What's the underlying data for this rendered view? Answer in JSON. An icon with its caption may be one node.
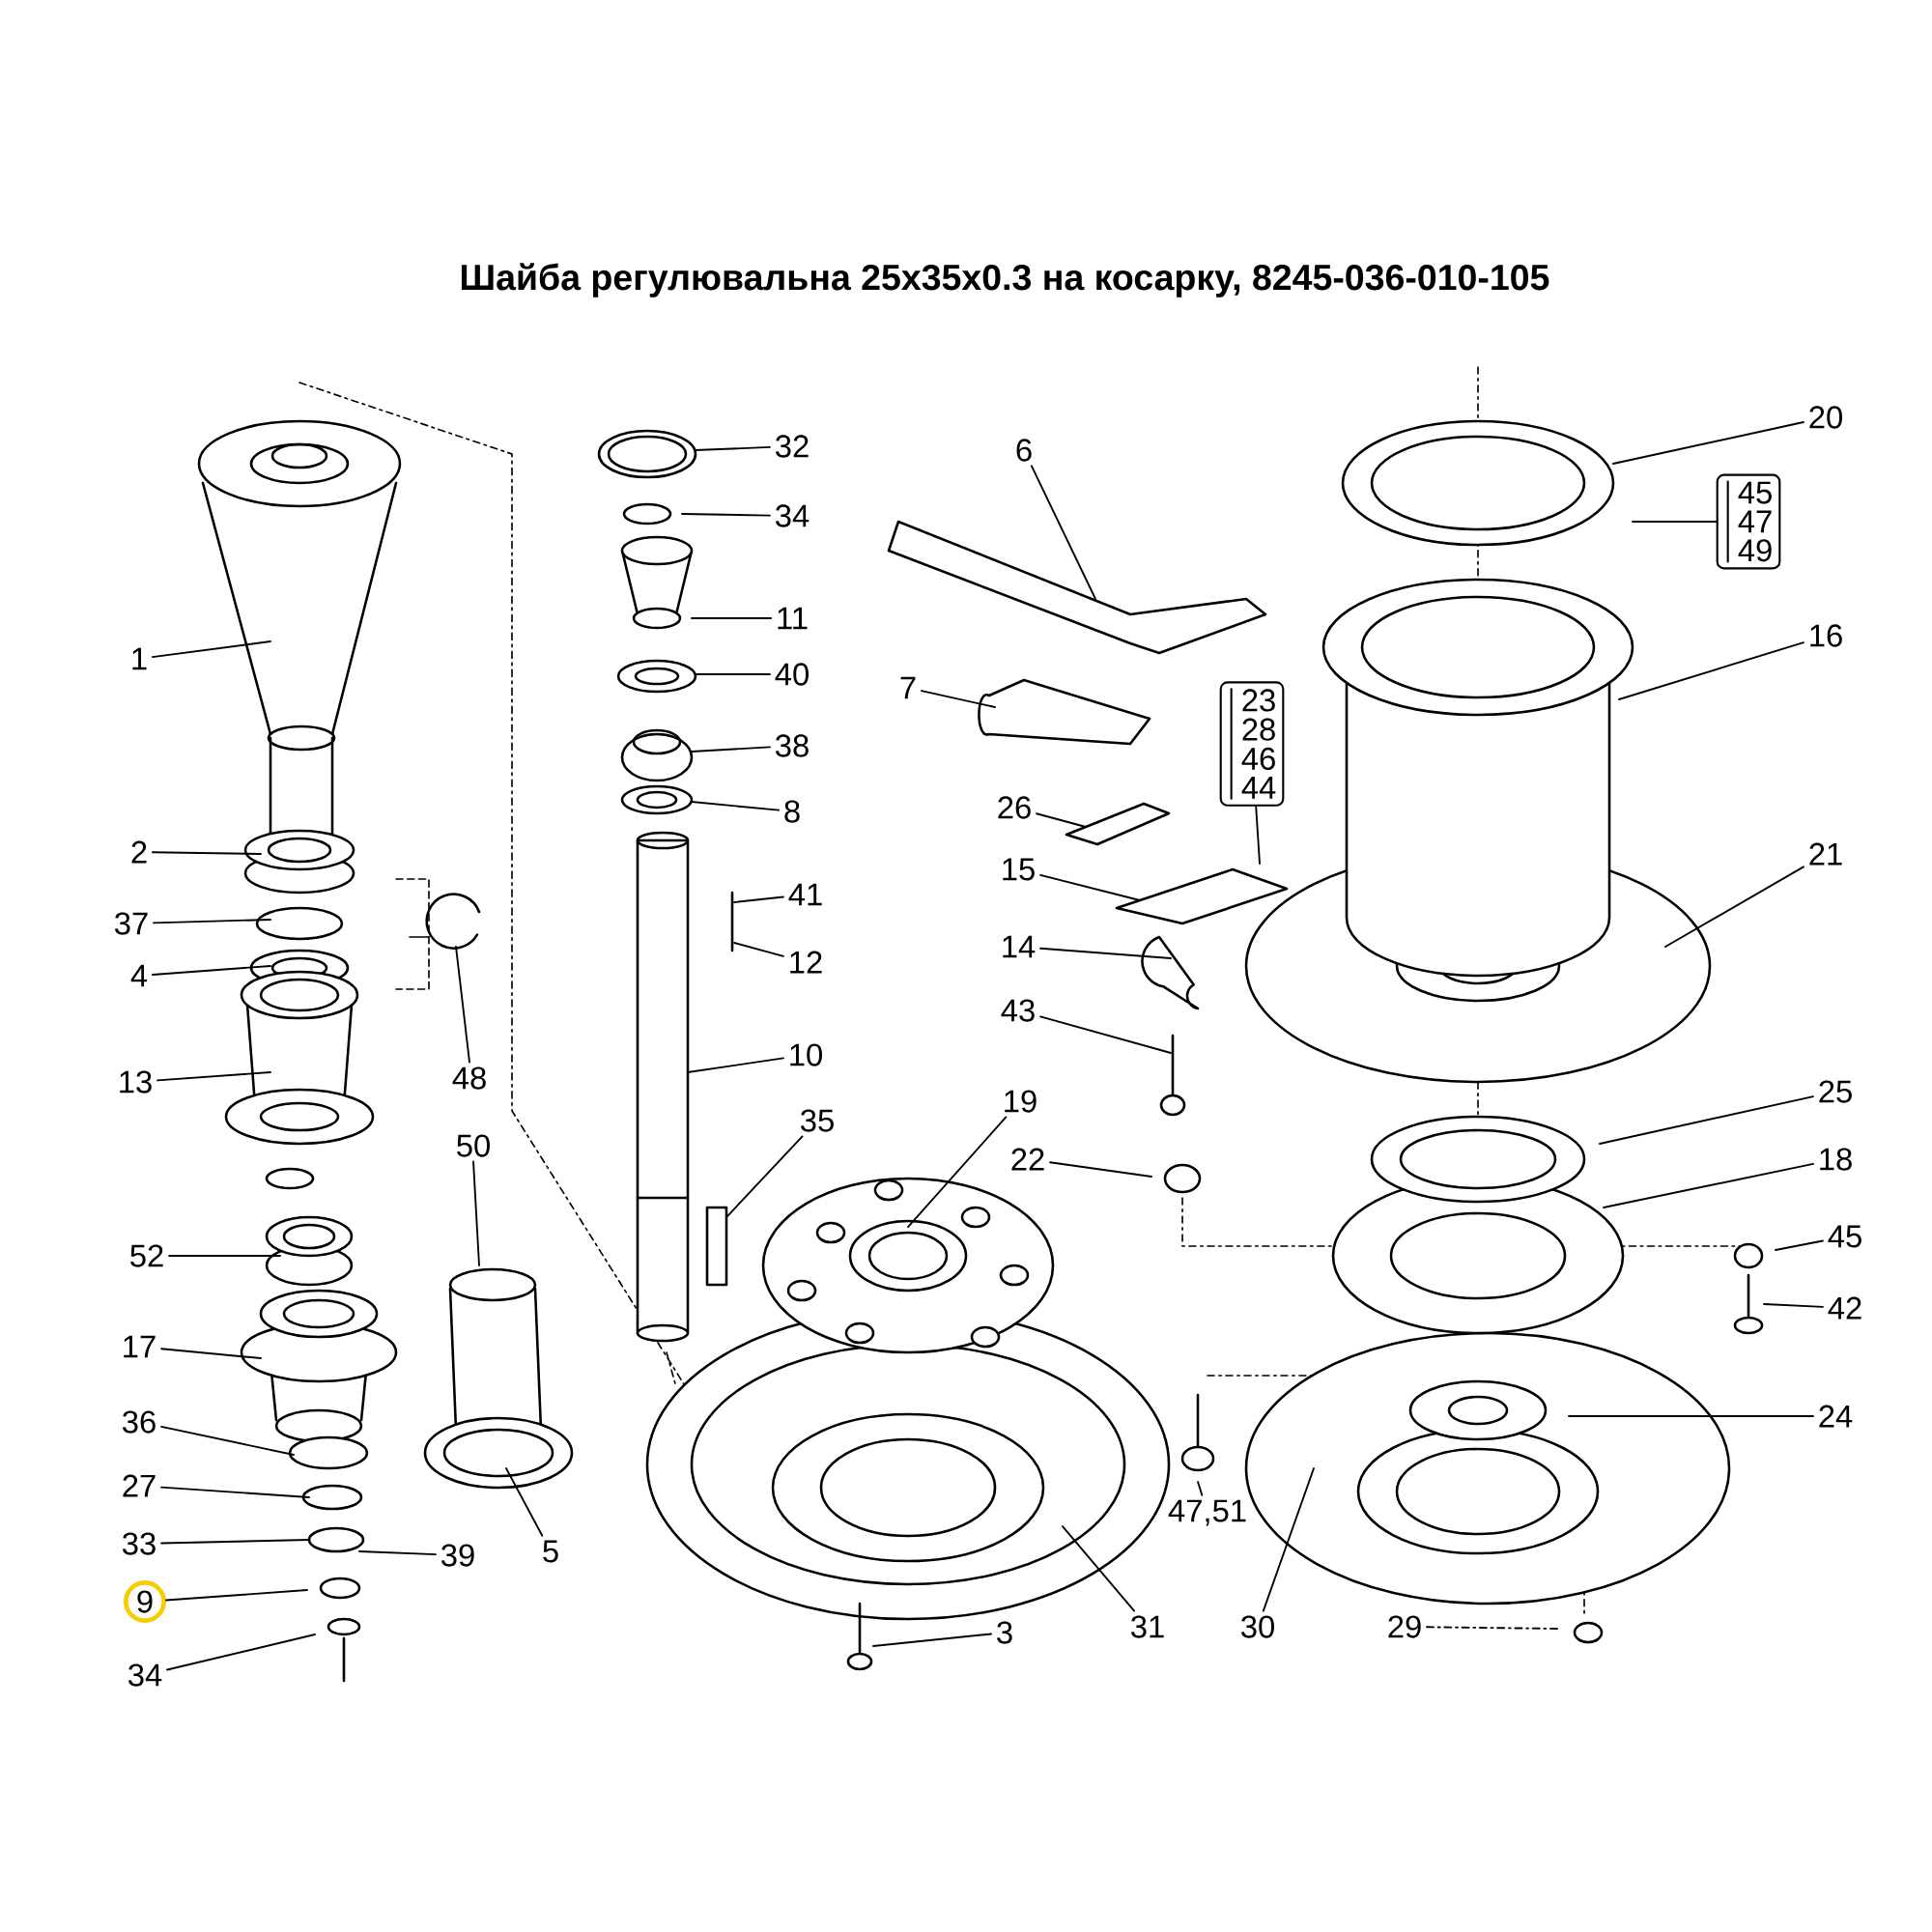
{
  "diagram": {
    "title": "Шайба регулювальна 25x35x0.3 на косарку, 8245-036-010-105",
    "nodes": [
      {
        "text": [
          "1"
        ]
      },
      {
        "text": [
          "2"
        ]
      },
      {
        "text": [
          "37"
        ]
      },
      {
        "text": [
          "4"
        ]
      },
      {
        "text": [
          "13"
        ]
      },
      {
        "text": [
          "48"
        ]
      },
      {
        "text": [
          "50"
        ]
      },
      {
        "text": [
          "52"
        ]
      },
      {
        "text": [
          "17"
        ]
      },
      {
        "text": [
          "36"
        ]
      },
      {
        "text": [
          "27"
        ]
      },
      {
        "text": [
          "33"
        ]
      },
      {
        "text": [
          "39"
        ]
      },
      {
        "text": [
          "9"
        ]
      },
      {
        "text": [
          "34"
        ]
      },
      {
        "text": [
          "5"
        ]
      },
      {
        "text": [
          "32"
        ]
      },
      {
        "text": [
          "34"
        ]
      },
      {
        "text": [
          "11"
        ]
      },
      {
        "text": [
          "40"
        ]
      },
      {
        "text": [
          "38"
        ]
      },
      {
        "text": [
          "8"
        ]
      },
      {
        "text": [
          "41"
        ]
      },
      {
        "text": [
          "12"
        ]
      },
      {
        "text": [
          "10"
        ]
      },
      {
        "text": [
          "35"
        ]
      },
      {
        "text": [
          "6"
        ]
      },
      {
        "text": [
          "7"
        ]
      },
      {
        "text": [
          "23",
          "28",
          "46",
          "44"
        ]
      },
      {
        "text": [
          "26"
        ]
      },
      {
        "text": [
          "15"
        ]
      },
      {
        "text": [
          "14"
        ]
      },
      {
        "text": [
          "43"
        ]
      },
      {
        "text": [
          "19"
        ]
      },
      {
        "text": [
          "22"
        ]
      },
      {
        "text": [
          "3"
        ]
      },
      {
        "text": [
          "31"
        ]
      },
      {
        "text": [
          "47,51"
        ]
      },
      {
        "text": [
          "30"
        ]
      },
      {
        "text": [
          "29"
        ]
      },
      {
        "text": [
          "20"
        ]
      },
      {
        "text": [
          "45",
          "47",
          "49"
        ]
      },
      {
        "text": [
          "16"
        ]
      },
      {
        "text": [
          "21"
        ]
      },
      {
        "text": [
          "25"
        ]
      },
      {
        "text": [
          "18"
        ]
      },
      {
        "text": [
          "45"
        ]
      },
      {
        "text": [
          "42"
        ]
      },
      {
        "text": [
          "24"
        ]
      }
    ],
    "edges": [
      {
        "from": 0,
        "to": null,
        "arrow": "none"
      },
      {
        "from": 1,
        "to": null,
        "arrow": "none"
      },
      {
        "from": 2,
        "to": null,
        "arrow": "none"
      },
      {
        "from": 3,
        "to": null,
        "arrow": "none"
      },
      {
        "from": 4,
        "to": null,
        "arrow": "none"
      },
      {
        "from": 5,
        "to": null,
        "arrow": "none"
      },
      {
        "from": 6,
        "to": null,
        "arrow": "none"
      },
      {
        "from": 7,
        "to": null,
        "arrow": "none"
      },
      {
        "from": 8,
        "to": null,
        "arrow": "none"
      },
      {
        "from": 9,
        "to": null,
        "arrow": "none"
      },
      {
        "from": 10,
        "to": null,
        "arrow": "none"
      },
      {
        "from": 11,
        "to": null,
        "arrow": "none"
      },
      {
        "from": 12,
        "to": null,
        "arrow": "none"
      },
      {
        "from": 13,
        "to": null,
        "arrow": "none"
      },
      {
        "from": 14,
        "to": null,
        "arrow": "none"
      },
      {
        "from": 15,
        "to": null,
        "arrow": "none"
      },
      {
        "from": 16,
        "to": null,
        "arrow": "none"
      },
      {
        "from": 17,
        "to": null,
        "arrow": "none"
      },
      {
        "from": 18,
        "to": null,
        "arrow": "none"
      },
      {
        "from": 19,
        "to": null,
        "arrow": "none"
      },
      {
        "from": 20,
        "to": null,
        "arrow": "none"
      },
      {
        "from": 21,
        "to": null,
        "arrow": "none"
      },
      {
        "from": 22,
        "to": null,
        "arrow": "none"
      },
      {
        "from": 23,
        "to": null,
        "arrow": "none"
      },
      {
        "from": 24,
        "to": null,
        "arrow": "none"
      },
      {
        "from": 25,
        "to": null,
        "arrow": "none"
      },
      {
        "from": 26,
        "to": null,
        "arrow": "none"
      },
      {
        "from": 27,
        "to": null,
        "arrow": "none"
      },
      {
        "from": 28,
        "to": null,
        "arrow": "none"
      },
      {
        "from": 29,
        "to": null,
        "arrow": "none"
      },
      {
        "from": 30,
        "to": null,
        "arrow": "none"
      },
      {
        "from": 31,
        "to": null,
        "arrow": "none"
      },
      {
        "from": 32,
        "to": null,
        "arrow": "none"
      },
      {
        "from": 33,
        "to": null,
        "arrow": "none"
      },
      {
        "from": 34,
        "to": null,
        "arrow": "none"
      },
      {
        "from": 35,
        "to": null,
        "arrow": "none"
      },
      {
        "from": 36,
        "to": null,
        "arrow": "none"
      },
      {
        "from": 37,
        "to": null,
        "arrow": "none"
      },
      {
        "from": 38,
        "to": null,
        "arrow": "none"
      },
      {
        "from": 39,
        "to": null,
        "arrow": "none",
        "style": "dashed"
      },
      {
        "from": 40,
        "to": null,
        "arrow": "none"
      },
      {
        "from": 41,
        "to": null,
        "arrow": "none"
      },
      {
        "from": 42,
        "to": null,
        "arrow": "none"
      },
      {
        "from": 43,
        "to": null,
        "arrow": "none"
      },
      {
        "from": 44,
        "to": null,
        "arrow": "none"
      },
      {
        "from": 45,
        "to": null,
        "arrow": "none"
      },
      {
        "from": 46,
        "to": null,
        "arrow": "none"
      },
      {
        "from": 47,
        "to": null,
        "arrow": "none"
      },
      {
        "from": 48,
        "to": null,
        "arrow": "none"
      }
    ]
  }
}
